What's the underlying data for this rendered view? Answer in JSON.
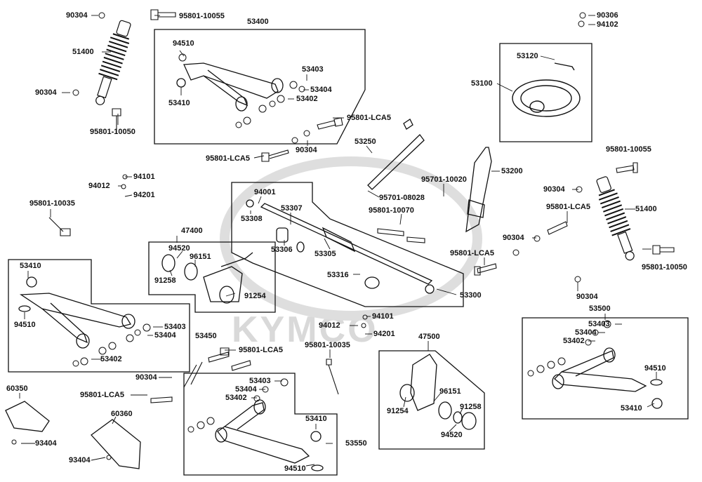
{
  "watermark": "KYMCO",
  "labels": {
    "p90304_a": "90304",
    "p95801_10055_a": "95801-10055",
    "p53400": "53400",
    "p51400_a": "51400",
    "p90304_b": "90304",
    "p95801_10050_a": "95801-10050",
    "p94510_a": "94510",
    "p53403_a": "53403",
    "p53404_a": "53404",
    "p53410_a": "53410",
    "p53402_a": "53402",
    "p95801_LCA5_a": "95801-LCA5",
    "p90304_c": "90304",
    "p95801_LCA5_b": "95801-LCA5",
    "p90306": "90306",
    "p94102": "94102",
    "p53120": "53120",
    "p53100": "53100",
    "p53250": "53250",
    "p53200": "53200",
    "p95801_10055_b": "95801-10055",
    "p94101_a": "94101",
    "p94012_a": "94012",
    "p94201_a": "94201",
    "p95801_10035_a": "95801-10035",
    "p94001": "94001",
    "p53307": "53307",
    "p53308": "53308",
    "p53306": "53306",
    "p53305": "53305",
    "p53316": "53316",
    "p53300": "53300",
    "p95701_10020": "95701-10020",
    "p95701_08028": "95701-08028",
    "p95801_10070": "95801-10070",
    "p90304_d": "90304",
    "p95801_LCA5_c": "95801-LCA5",
    "p51400_b": "51400",
    "p90304_e": "90304",
    "p95801_LCA5_d": "95801-LCA5",
    "p95801_10050_b": "95801-10050",
    "p90304_f": "90304",
    "p47400": "47400",
    "p94520_a": "94520",
    "p96151_a": "96151",
    "p91258_a": "91258",
    "p91254_a": "91254",
    "p53410_b": "53410",
    "p94510_b": "94510",
    "p53403_b": "53403",
    "p53404_b": "53404",
    "p53450": "53450",
    "p53402_b": "53402",
    "p94101_b": "94101",
    "p94012_b": "94012",
    "p94201_b": "94201",
    "p95801_10035_b": "95801-10035",
    "p47500": "47500",
    "p95801_LCA5_e": "95801-LCA5",
    "p90304_g": "90304",
    "p95801_LCA5_f": "95801-LCA5",
    "p53403_c": "53403",
    "p53404_c": "53404",
    "p53402_c": "53402",
    "p53410_c": "53410",
    "p53550": "53550",
    "p94510_c": "94510",
    "p96151_b": "96151",
    "p91254_b": "91254",
    "p91258_b": "91258",
    "p94520_b": "94520",
    "p53500": "53500",
    "p53403_d": "53403",
    "p53404_d": "53404",
    "p53402_d": "53402",
    "p94510_d": "94510",
    "p53410_d": "53410",
    "p60350": "60350",
    "p60360": "60360",
    "p93404_a": "93404",
    "p93404_b": "93404"
  }
}
